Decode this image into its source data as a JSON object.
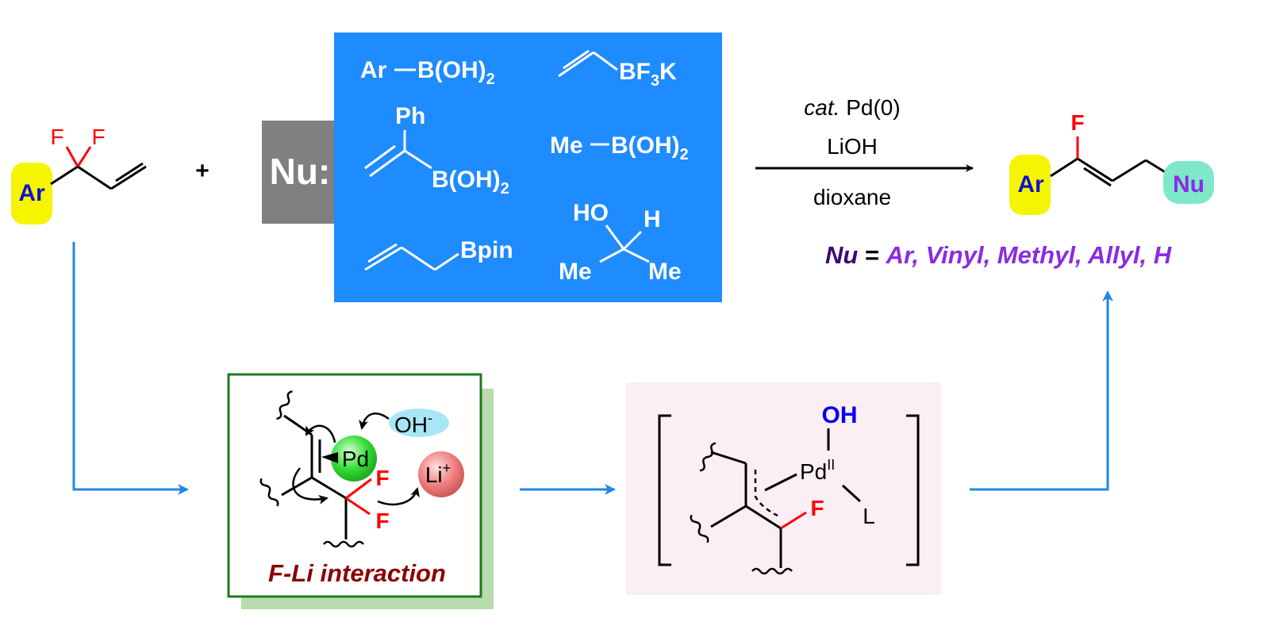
{
  "substrate": {
    "ar": "Ar",
    "f1": "F",
    "f2": "F"
  },
  "plus": "+",
  "nucleophiles": {
    "nu_label": "Nu:",
    "ar_b": "Ar",
    "b_oh2_1": "B(OH)",
    "b_oh2_1_sub": "2",
    "bf3k_a": "BF",
    "bf3k_sub": "3",
    "bf3k_b": "K",
    "ph": "Ph",
    "b_oh2_2": "B(OH)",
    "b_oh2_2_sub": "2",
    "me_b": "Me",
    "b_oh2_3": "B(OH)",
    "b_oh2_3_sub": "2",
    "bpin": "Bpin",
    "ho": "HO",
    "h": "H",
    "me1": "Me",
    "me2": "Me"
  },
  "conditions": {
    "cat": "cat.",
    "pd": " Pd(0)",
    "base": "LiOH",
    "solvent": "dioxane"
  },
  "product": {
    "f": "F",
    "ar": "Ar",
    "nu": "Nu"
  },
  "nu_def": {
    "nu": "Nu",
    "eq": " = ",
    "list": "Ar, Vinyl, Methyl, Allyl, H"
  },
  "mechanism1": {
    "oh": "OH",
    "oh_charge": "-",
    "pd": "Pd",
    "li": "Li",
    "li_charge": "+",
    "f1": "F",
    "f2": "F",
    "caption": "F-Li interaction"
  },
  "mechanism2": {
    "oh": "OH",
    "pd": "Pd",
    "pd_ox": "II",
    "l": "L",
    "f": "F"
  },
  "colors": {
    "reagent_box": "#1e8bff",
    "nu_box": "#808080",
    "ar_yellow": "#f5f500",
    "nu_teal": "#7ee8c8",
    "fluorine": "#ff0000",
    "flow_arrow": "#1e88e5",
    "green_border": "#1e7a1e",
    "caption": "#8b0000",
    "nu_purple": "#8a2be2",
    "nu_dark": "#3a0a78",
    "pd_green": "#22dd22",
    "li_red": "#f08080",
    "oh_cyan": "#a8e6f5",
    "oh_blue": "#0000ee",
    "intermediate_bg": "#fbeef5"
  }
}
